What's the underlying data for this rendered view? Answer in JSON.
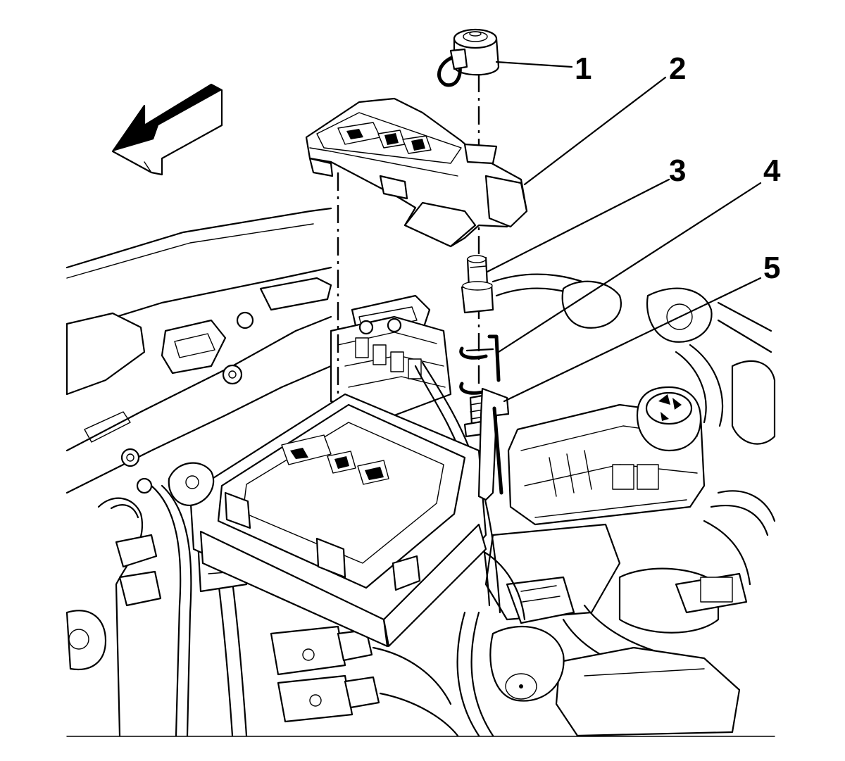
{
  "callouts": [
    {
      "id": "1",
      "label": "1"
    },
    {
      "id": "2",
      "label": "2"
    },
    {
      "id": "3",
      "label": "3"
    },
    {
      "id": "4",
      "label": "4"
    },
    {
      "id": "5",
      "label": "5"
    }
  ],
  "icons": {
    "direction_arrow": "forward-arrow-icon",
    "cover_symbols": [
      "battery-ground-symbol-icon",
      "fuse-symbol-icon",
      "relay-symbol-icon"
    ]
  },
  "colors": {
    "line": "#000000",
    "background": "#ffffff"
  }
}
